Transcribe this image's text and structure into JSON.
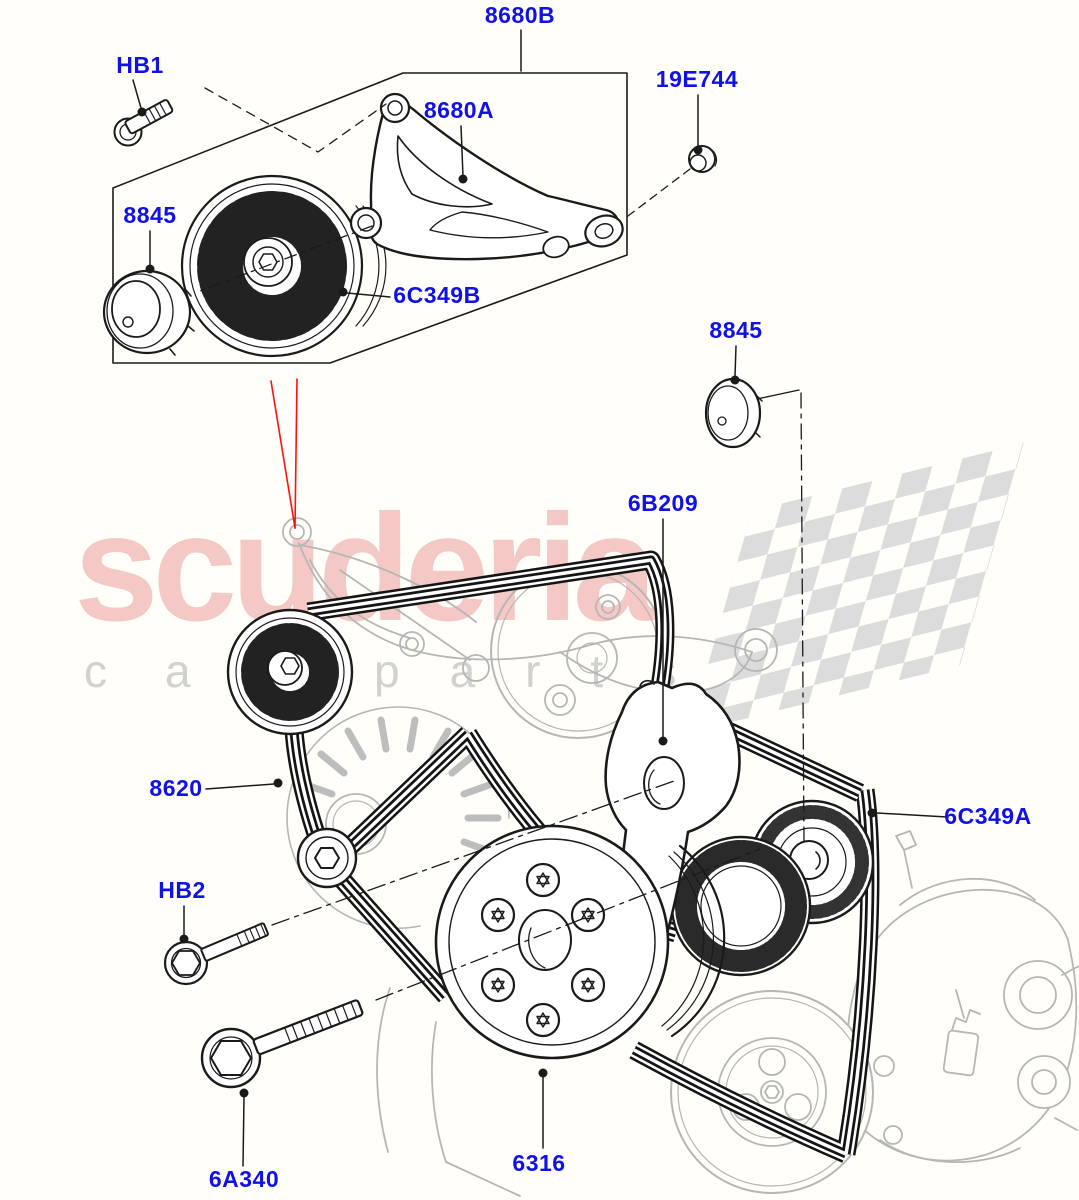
{
  "diagram": {
    "kind": "exploded-parts-diagram",
    "part_labels": [
      {
        "code": "HB1"
      },
      {
        "code": "8680B"
      },
      {
        "code": "8680A"
      },
      {
        "code": "19E744"
      },
      {
        "code": "8845"
      },
      {
        "code": "6C349B"
      },
      {
        "code": "8845"
      },
      {
        "code": "6B209"
      },
      {
        "code": "8620"
      },
      {
        "code": "6C349A"
      },
      {
        "code": "HB2"
      },
      {
        "code": "6A340"
      },
      {
        "code": "6316"
      }
    ],
    "watermark": {
      "brand": "scuderia",
      "word_left": "car",
      "word_right": "parts"
    },
    "colors": {
      "background": "#fffef8",
      "line_black": "#1a1a1a",
      "background_part_gray": "#b6b6b6",
      "label_blue": "#1010e8",
      "callout_red": "#ff1010",
      "watermark_pink": "rgba(232,146,146,0.5)",
      "watermark_gray": "rgba(185,185,185,0.65)",
      "checker_gray": "#dadada"
    }
  }
}
